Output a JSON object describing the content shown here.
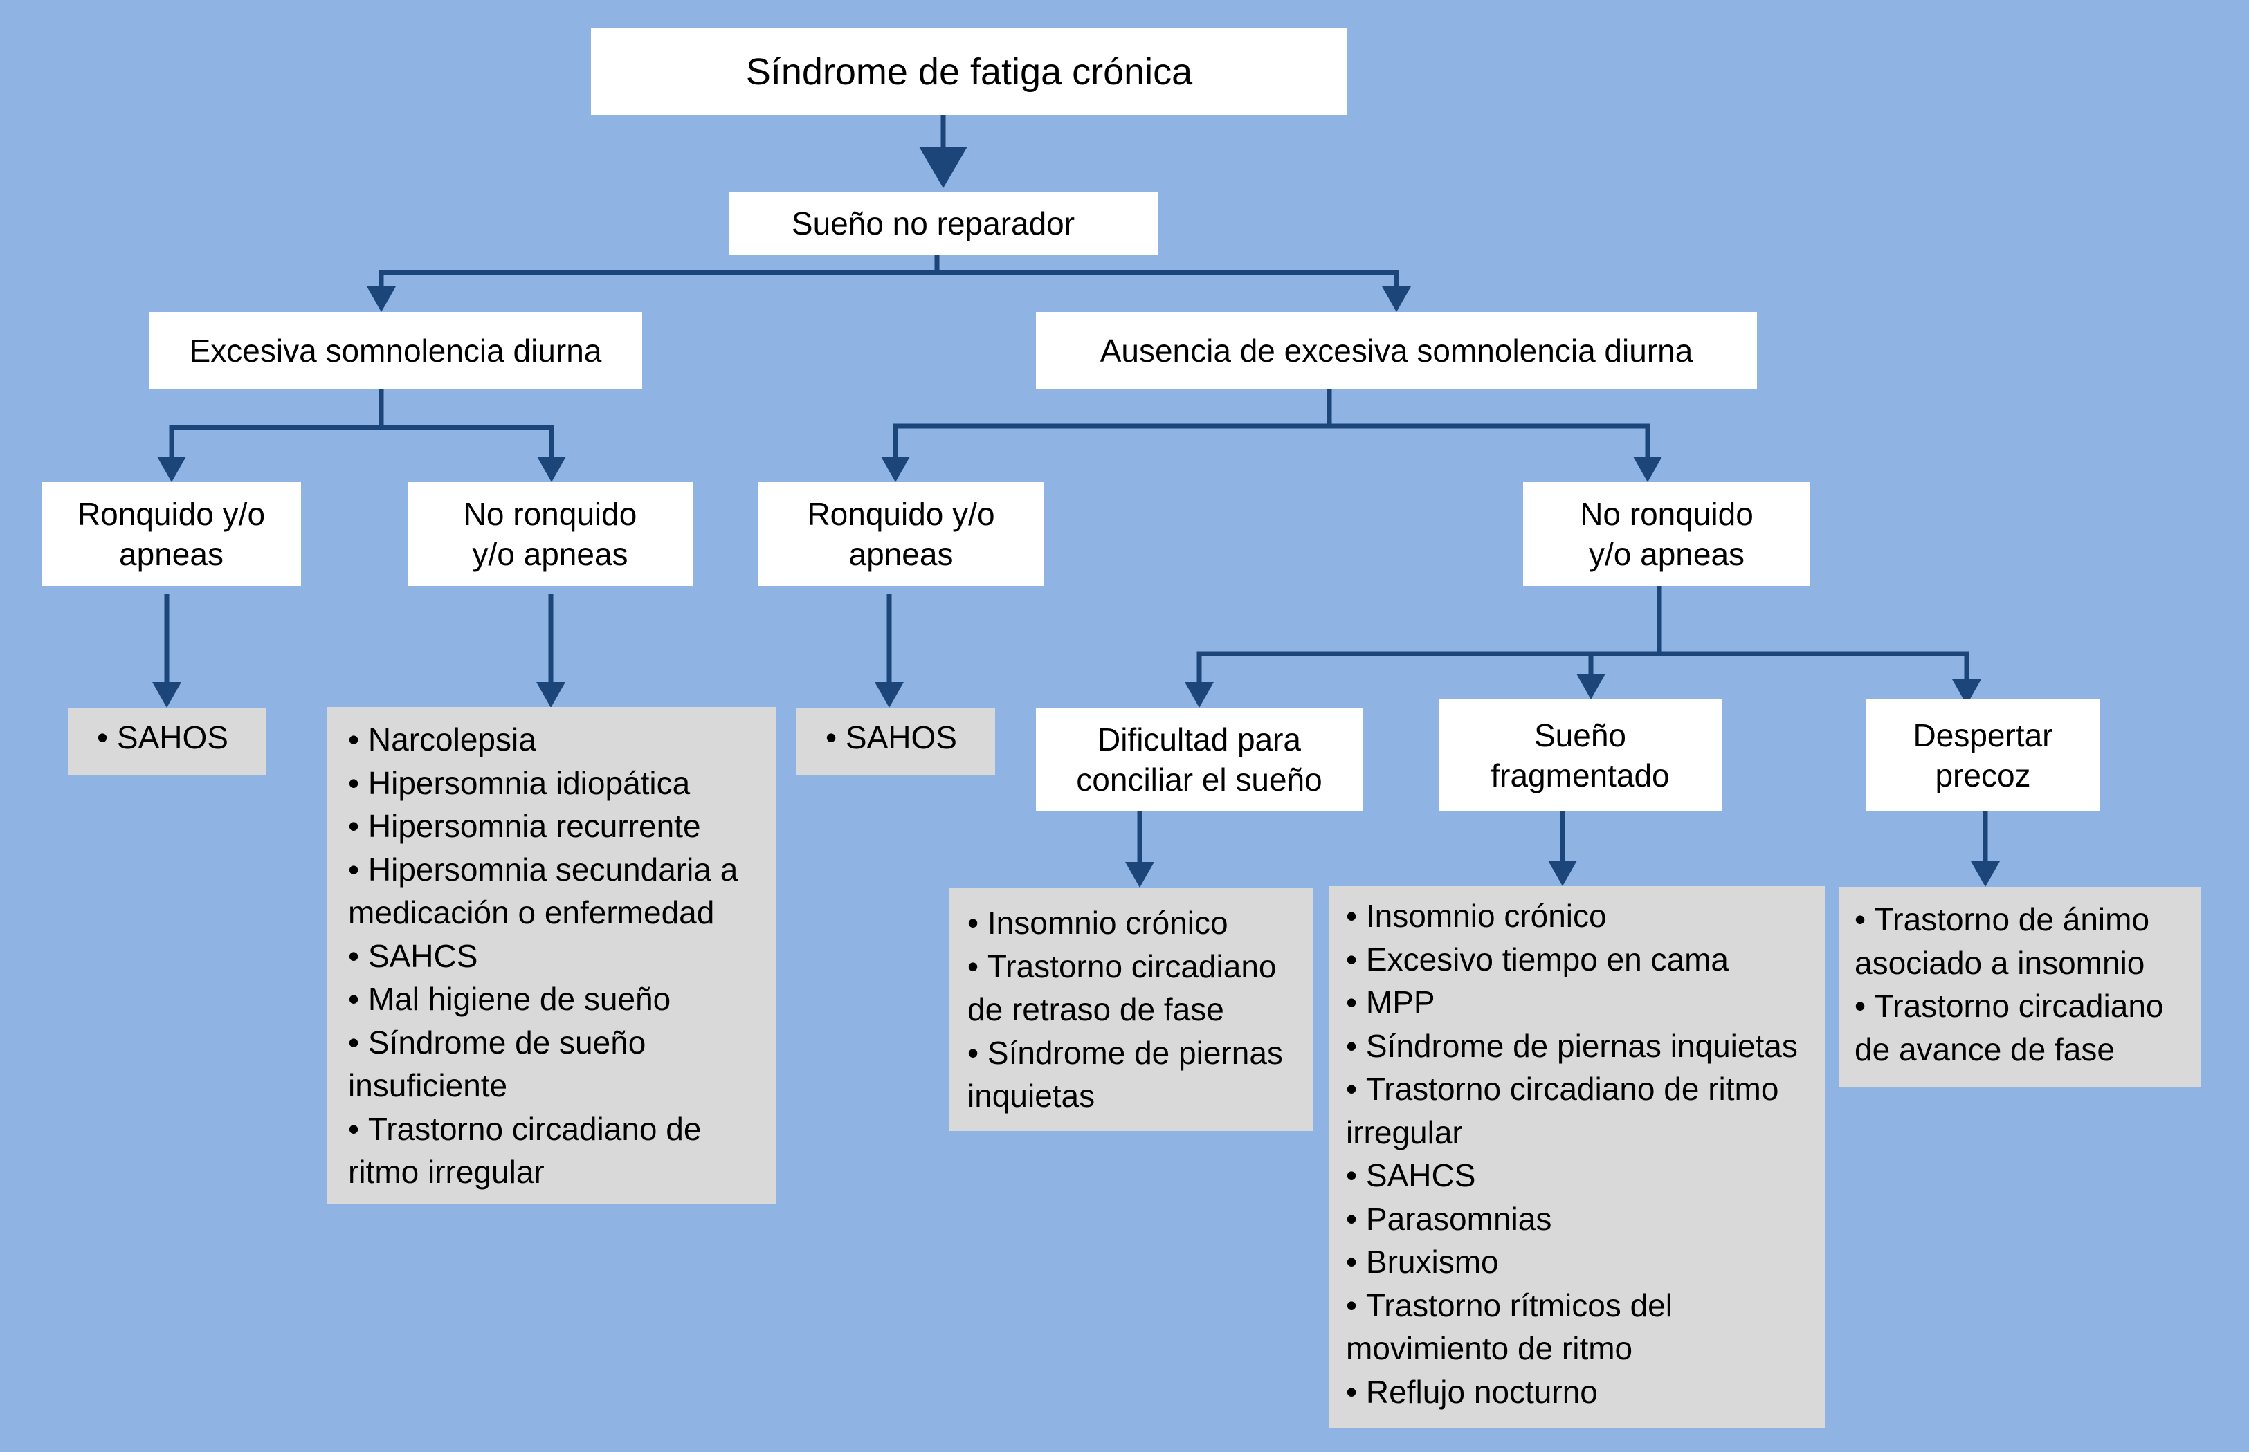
{
  "colors": {
    "background": "#8fb3e2",
    "connector": "#1c4679",
    "decision_box": "#ffffff",
    "list_box": "#d9d9d9",
    "text": "#000000"
  },
  "diagram": {
    "root": "Síndrome de fatiga crónica",
    "level1": "Sueño no reparador",
    "branches": [
      {
        "label": "Excesiva somnolencia diurna",
        "children": [
          {
            "label": "Ronquido y/o apneas",
            "items": [
              "SAHOS"
            ]
          },
          {
            "label": "No ronquido y/o apneas",
            "items": [
              "Narcolepsia",
              "Hipersomnia idiopática",
              "Hipersomnia recurrente",
              "Hipersomnia secundaria a medicación o enfermedad",
              "SAHCS",
              "Mal higiene de sueño",
              "Síndrome de sueño insuficiente",
              "Trastorno circadiano de ritmo irregular"
            ]
          }
        ]
      },
      {
        "label": "Ausencia de excesiva somnolencia diurna",
        "children": [
          {
            "label": "Ronquido y/o apneas",
            "items": [
              "SAHOS"
            ]
          },
          {
            "label": "No ronquido y/o apneas",
            "children": [
              {
                "label": "Dificultad para conciliar el sueño",
                "items": [
                  "Insomnio crónico",
                  "Trastorno circadiano de retraso de fase",
                  "Síndrome de piernas inquietas"
                ]
              },
              {
                "label": "Sueño fragmentado",
                "items": [
                  "Insomnio crónico",
                  "Excesivo tiempo en cama",
                  "MPP",
                  "Síndrome de piernas inquietas",
                  "Trastorno circadiano de ritmo irregular",
                  "SAHCS",
                  "Parasomnias",
                  "Bruxismo",
                  "Trastorno rítmicos del movimiento de ritmo",
                  "Reflujo nocturno"
                ]
              },
              {
                "label": "Despertar precoz",
                "items": [
                  "Trastorno de ánimo asociado a insomnio",
                  "Trastorno circadiano de avance de fase"
                ]
              }
            ]
          }
        ]
      }
    ]
  }
}
